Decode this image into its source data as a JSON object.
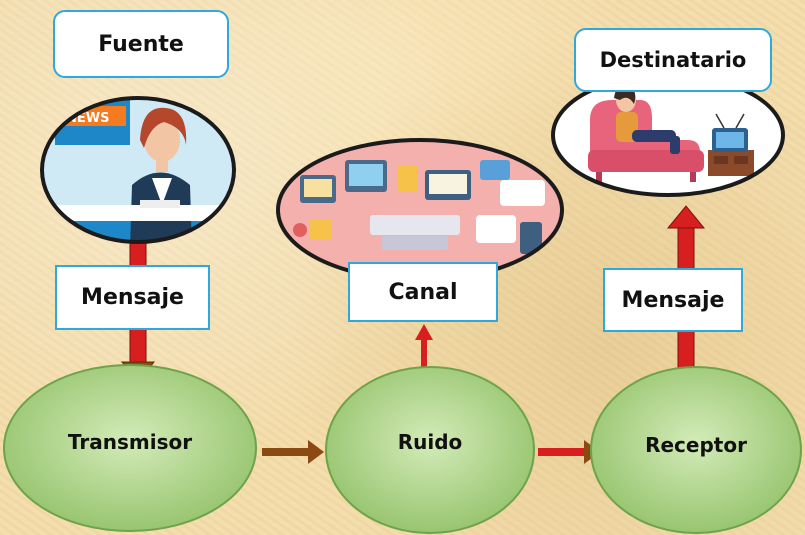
{
  "nodes": {
    "source": "Fuente",
    "message_left": "Mensaje",
    "transmitter": "Transmisor",
    "noise": "Ruido",
    "channel": "Canal",
    "receiver": "Receptor",
    "message_right": "Mensaje",
    "destination": "Destinatario"
  },
  "illustrations": {
    "news_sign": "NEWS"
  },
  "colors": {
    "background": "#f3dcaa",
    "box_border": "#2fa8dc",
    "node_fill": "#a6cf7e",
    "node_border": "#6fa34a",
    "arrow_red": "#d81f1f",
    "arrow_brown": "#8a4a12"
  }
}
